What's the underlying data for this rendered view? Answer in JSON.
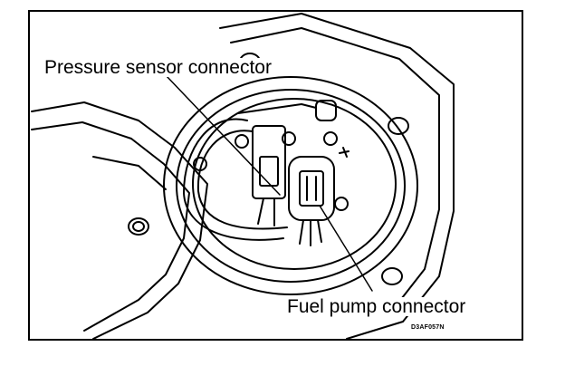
{
  "labels": {
    "pressure_sensor": "Pressure sensor connector",
    "fuel_pump": "Fuel pump connector",
    "figure_code": "D3AF057N"
  },
  "colors": {
    "ink": "#000000",
    "paper": "#ffffff"
  }
}
